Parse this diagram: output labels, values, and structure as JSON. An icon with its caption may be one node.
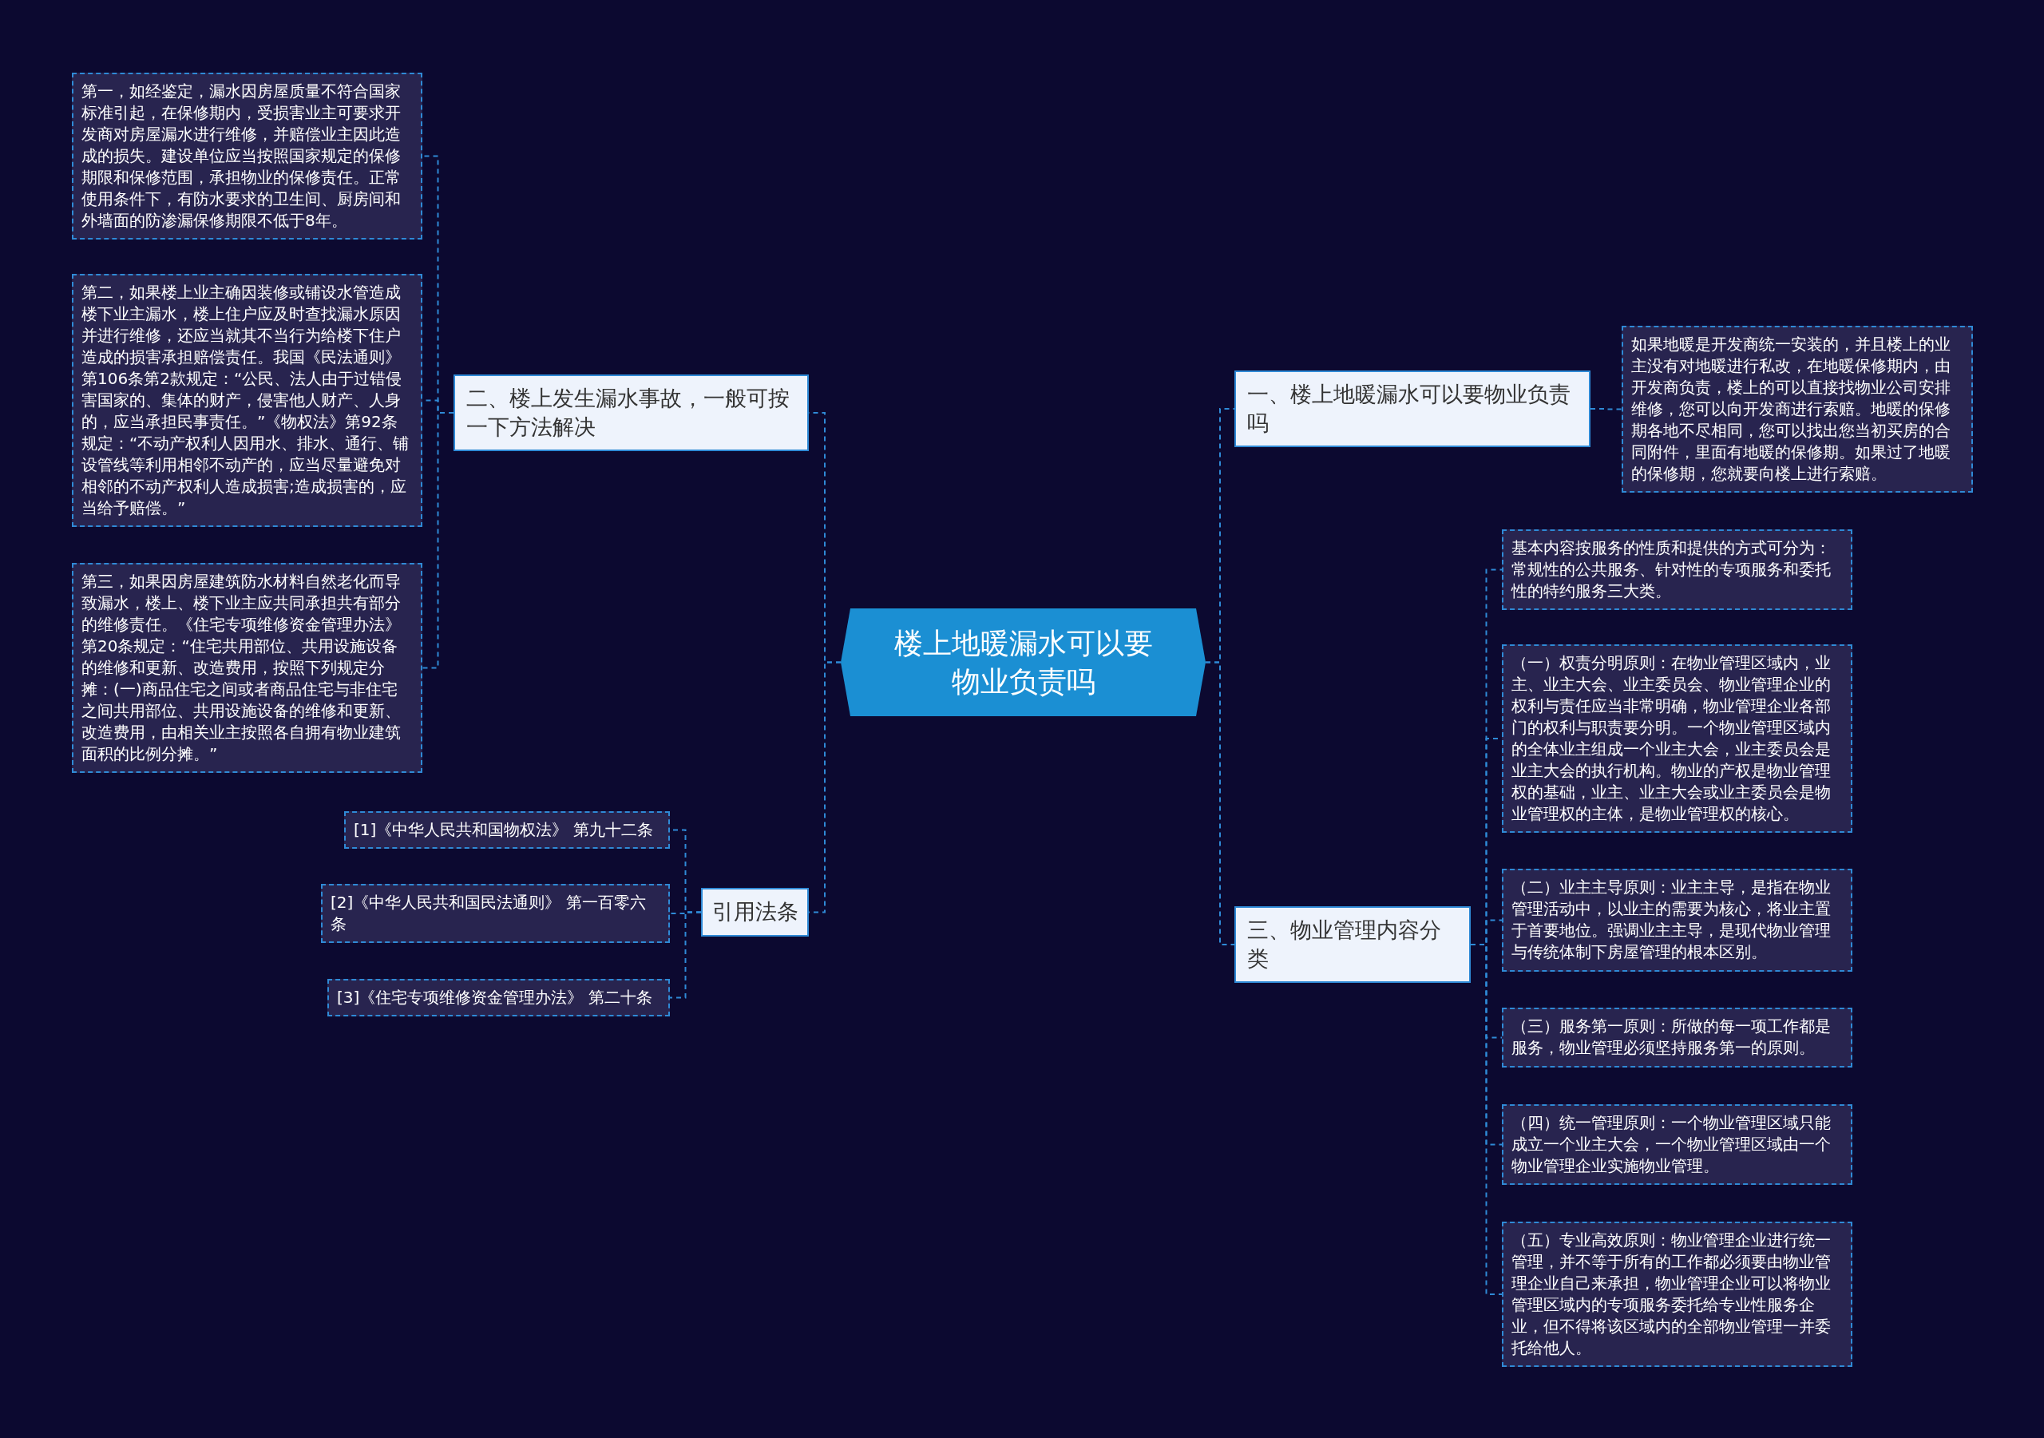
{
  "diagram": {
    "nodes": [
      {
        "text": [
          "楼上地暖漏水可以要物业负责吗"
        ]
      },
      {
        "text": [
          "二、楼上发生漏水事故，一般可按一下方法解决"
        ]
      },
      {
        "text": [
          "第一，如经鉴定，漏水因房屋质量不符合国家标准引起，在保修期内，受损害业主可要求开发商对房屋漏水进行维修，并赔偿业主因此造成的损失。建设单位应当按照国家规定的保修期限和保修范围，承担物业的保修责任。正常使用条件下，有防水要求的卫生间、厨房间和外墙面的防渗漏保修期限不低于8年。"
        ]
      },
      {
        "text": [
          "第二，如果楼上业主确因装修或铺设水管造成楼下业主漏水，楼上住户应及时查找漏水原因并进行维修，还应当就其不当行为给楼下住户造成的损害承担赔偿责任。我国《民法通则》第106条第2款规定：“公民、法人由于过错侵害国家的、集体的财产，侵害他人财产、人身的，应当承担民事责任。”《物权法》第92条规定：“不动产权利人因用水、排水、通行、铺设管线等利用相邻不动产的，应当尽量避免对相邻的不动产权利人造成损害;造成损害的，应当给予赔偿。”"
        ]
      },
      {
        "text": [
          "第三，如果因房屋建筑防水材料自然老化而导致漏水，楼上、楼下业主应共同承担共有部分的维修责任。《住宅专项维修资金管理办法》第20条规定：“住宅共用部位、共用设施设备的维修和更新、改造费用，按照下列规定分摊：(一)商品住宅之间或者商品住宅与非住宅之间共用部位、共用设施设备的维修和更新、改造费用，由相关业主按照各自拥有物业建筑面积的比例分摊。”"
        ]
      },
      {
        "text": [
          "引用法条"
        ]
      },
      {
        "text": [
          "[1]《中华人民共和国物权法》 第九十二条"
        ]
      },
      {
        "text": [
          "[2]《中华人民共和国民法通则》 第一百零六条"
        ]
      },
      {
        "text": [
          "[3]《住宅专项维修资金管理办法》 第二十条"
        ]
      },
      {
        "text": [
          "一、楼上地暖漏水可以要物业负责吗"
        ]
      },
      {
        "text": [
          "如果地暖是开发商统一安装的，并且楼上的业主没有对地暖进行私改，在地暖保修期内，由开发商负责，楼上的可以直接找物业公司安排维修，您可以向开发商进行索赔。地暖的保修期各地不尽相同，您可以找出您当初买房的合同附件，里面有地暖的保修期。如果过了地暖的保修期，您就要向楼上进行索赔。"
        ]
      },
      {
        "text": [
          "三、物业管理内容分类"
        ]
      },
      {
        "text": [
          "基本内容按服务的性质和提供的方式可分为：常规性的公共服务、针对性的专项服务和委托性的特约服务三大类。"
        ]
      },
      {
        "text": [
          "（一）权责分明原则：在物业管理区域内，业主、业主大会、业主委员会、物业管理企业的权利与责任应当非常明确，物业管理企业各部门的权利与职责要分明。一个物业管理区域内的全体业主组成一个业主大会，业主委员会是业主大会的执行机构。物业的产权是物业管理权的基础，业主、业主大会或业主委员会是物业管理权的主体，是物业管理权的核心。"
        ]
      },
      {
        "text": [
          "（二）业主主导原则：业主主导，是指在物业管理活动中，以业主的需要为核心，将业主置于首要地位。强调业主主导，是现代物业管理与传统体制下房屋管理的根本区别。"
        ]
      },
      {
        "text": [
          "（三）服务第一原则：所做的每一项工作都是服务，物业管理必须坚持服务第一的原则。"
        ]
      },
      {
        "text": [
          "（四）统一管理原则：一个物业管理区域只能成立一个业主大会，一个物业管理区域由一个物业管理企业实施物业管理。"
        ]
      },
      {
        "text": [
          "（五）专业高效原则：物业管理企业进行统一管理，并不等于所有的工作都必须要由物业管理企业自己来承担，物业管理企业可以将物业管理区域内的专项服务委托给专业性服务企业，但不得将该区域内的全部物业管理一并委托给他人。"
        ]
      }
    ],
    "edges": [
      {
        "from": 0,
        "to": 1,
        "arrow": "none",
        "style": "dashed"
      },
      {
        "from": 1,
        "to": 2,
        "arrow": "none",
        "style": "dashed"
      },
      {
        "from": 1,
        "to": 3,
        "arrow": "none",
        "style": "dashed"
      },
      {
        "from": 1,
        "to": 4,
        "arrow": "none",
        "style": "dashed"
      },
      {
        "from": 0,
        "to": 5,
        "arrow": "none",
        "style": "dashed"
      },
      {
        "from": 5,
        "to": 6,
        "arrow": "none",
        "style": "dashed"
      },
      {
        "from": 5,
        "to": 7,
        "arrow": "none",
        "style": "dashed"
      },
      {
        "from": 5,
        "to": 8,
        "arrow": "none",
        "style": "dashed"
      },
      {
        "from": 0,
        "to": 9,
        "arrow": "none",
        "style": "dashed"
      },
      {
        "from": 9,
        "to": 10,
        "arrow": "none",
        "style": "dashed"
      },
      {
        "from": 0,
        "to": 11,
        "arrow": "none",
        "style": "dashed"
      },
      {
        "from": 11,
        "to": 12,
        "arrow": "none",
        "style": "dashed"
      },
      {
        "from": 11,
        "to": 13,
        "arrow": "none",
        "style": "dashed"
      },
      {
        "from": 11,
        "to": 14,
        "arrow": "none",
        "style": "dashed"
      },
      {
        "from": 11,
        "to": 15,
        "arrow": "none",
        "style": "dashed"
      },
      {
        "from": 11,
        "to": 16,
        "arrow": "none",
        "style": "dashed"
      },
      {
        "from": 11,
        "to": 17,
        "arrow": "none",
        "style": "dashed"
      }
    ]
  }
}
